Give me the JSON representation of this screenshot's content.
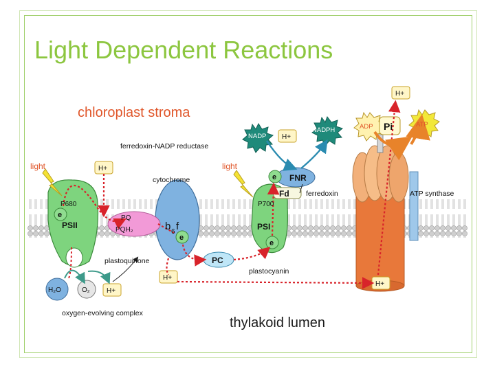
{
  "slide": {
    "title": "Light Dependent Reactions"
  },
  "diagram": {
    "stroma_label": "chloroplast stroma",
    "lumen_label": "thylakoid lumen",
    "fnr_enzyme": "ferredoxin-NADP reductase",
    "light_left": "light",
    "light_right": "light",
    "cytochrome": "cytochrome",
    "p680": "P680",
    "p700": "P700",
    "psii": "PSII",
    "psi": "PSI",
    "e1": "e",
    "e2": "e",
    "e3": "e",
    "e4": "e",
    "pq": "PQ",
    "pqh2": "PQH₂",
    "b6f_b": "b",
    "b6f_6": "6",
    "b6f_f": "f",
    "plastoquinone": "plastoquinone",
    "pc": "PC",
    "plastocyanin": "plastocyanin",
    "h2o": "H₂O",
    "o2": "O₂",
    "oec": "oxygen-evolving complex",
    "nadp": "NADP",
    "nadph": "NADPH",
    "hplus_stroma_fnr": "H+",
    "hplus_stroma_left": "H+",
    "hplus_top_right": "H+",
    "hplus_lumen_o2": "H+",
    "hplus_lumen_mid": "H+",
    "hplus_lumen_right": "H+",
    "fnr": "FNR",
    "fd": "Fd",
    "ferredoxin": "ferredoxin",
    "adp": "ADP",
    "pi": "Pi",
    "atp": "ATP",
    "atp_synthase": "ATP synthase",
    "colors": {
      "title": "#8cc63f",
      "membrane_head": "#c8c8c8",
      "psii_green": "#6fcf6f",
      "cytochrome_blue": "#7fb2e0",
      "pq_pink": "#f29ad7",
      "atp_synthase_orange": "#e8a46a",
      "label_red": "#e0562a",
      "electron_arrow": "#e23b2b",
      "proton_arrow": "#d8232a"
    }
  }
}
